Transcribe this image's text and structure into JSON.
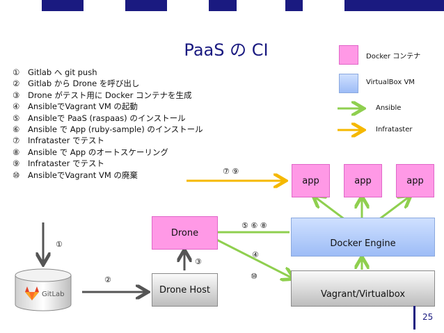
{
  "title": "PaaS の CI",
  "steps": [
    {
      "num": "①",
      "text": "Gitlab へ git push"
    },
    {
      "num": "②",
      "text": "Gitlab から Drone を呼び出し"
    },
    {
      "num": "③",
      "text": "Drone がテスト用に Docker コンテナを生成"
    },
    {
      "num": "④",
      "text": "AnsibleでVagrant VM の起動"
    },
    {
      "num": "⑤",
      "text": "Ansibleで PaaS (raspaas) のインストール"
    },
    {
      "num": "⑥",
      "text": "Ansible で App (ruby-sample) のインストール"
    },
    {
      "num": "⑦",
      "text": "Infrataster でテスト"
    },
    {
      "num": "⑧",
      "text": "Ansible で App のオートスケーリング"
    },
    {
      "num": "⑨",
      "text": "Infrataster でテスト"
    },
    {
      "num": "⑩",
      "text": "AnsibleでVagrant VM の廃棄"
    }
  ],
  "legend": {
    "docker": "Docker コンテナ",
    "vbox": "VirtualBox VM",
    "ansible": "Ansible",
    "infrataster": "Infrataster"
  },
  "nodes": {
    "app1": "app",
    "app2": "app",
    "app3": "app",
    "drone": "Drone",
    "docker_engine": "Docker Engine",
    "drone_host": "Drone Host",
    "vagrant": "Vagrant/Virtualbox",
    "gitlab": "GitLab"
  },
  "arrow_labels": {
    "a1": "①",
    "a2": "②",
    "a3": "③",
    "a4": "④",
    "a568": "⑤ ⑥ ⑧",
    "a79": "⑦ ⑨",
    "a10": "⑩"
  },
  "colors": {
    "docker": "#ff99e6",
    "vbox": "#a9c6f8",
    "ansible": "#8fcf4f",
    "infrataster": "#f5b800",
    "band_navy": "#1a1a80"
  },
  "page_number": "25"
}
